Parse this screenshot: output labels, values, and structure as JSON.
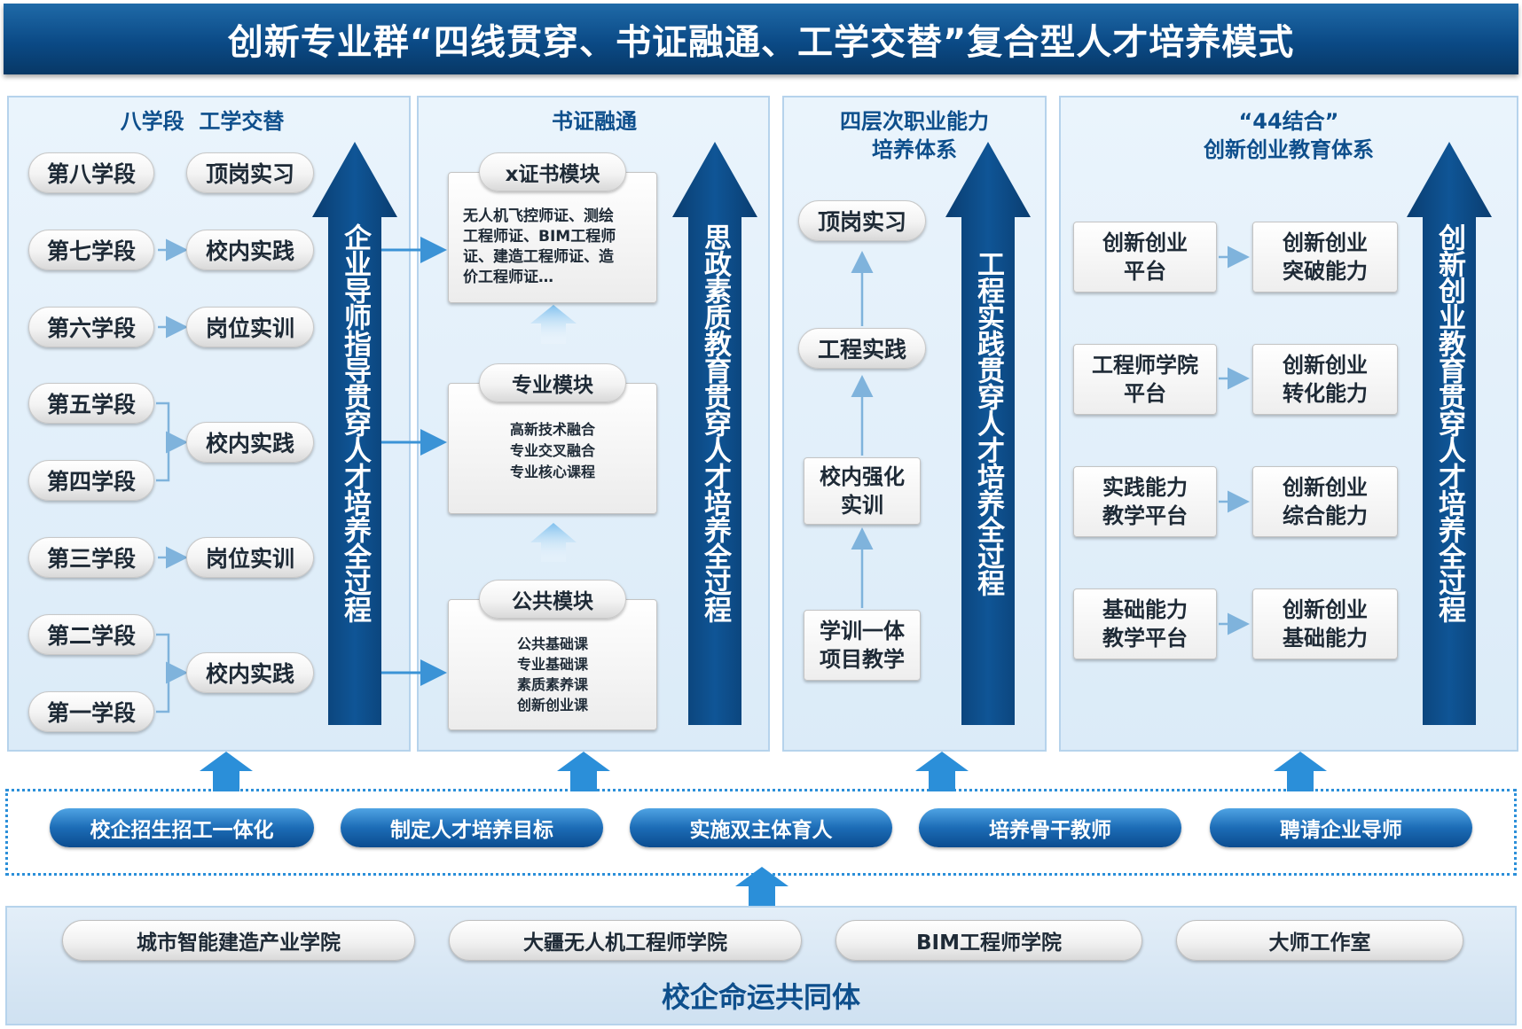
{
  "title": "创新专业群“四线贯穿、书证融通、工学交替”复合型人才培养模式",
  "colors": {
    "primary": "#0b4a86",
    "accent": "#2b8fd9",
    "panel_bg": "#dbebf8"
  },
  "panel1": {
    "title": "八学段  工学交替",
    "stages": [
      "第八学段",
      "第七学段",
      "第六学段",
      "第五学段",
      "第四学段",
      "第三学段",
      "第二学段",
      "第一学段"
    ],
    "activities": [
      "顶岗实习",
      "校内实践",
      "岗位实训",
      "校内实践",
      "岗位实训",
      "校内实践"
    ],
    "arrow_text": "企业导师指导贯穿人才培养全过程"
  },
  "panel2": {
    "title": "书证融通",
    "modules": [
      {
        "title": "x证书模块",
        "body": "无人机飞控师证、测绘\n工程师证、BIM工程师\n证、建造工程师证、造\n价工程师证…"
      },
      {
        "title": "专业模块",
        "body": "高新技术融合\n专业交叉融合\n专业核心课程"
      },
      {
        "title": "公共模块",
        "body": "公共基础课\n专业基础课\n素质素养课\n创新创业课"
      }
    ],
    "arrow_text": "思政素质教育贯穿人才培养全过程"
  },
  "panel3": {
    "title_line1": "四层次职业能力",
    "title_line2": "培养体系",
    "levels": [
      "顶岗实习",
      "工程实践",
      "校内强化\n实训",
      "学训一体\n项目教学"
    ],
    "arrow_text": "工程实践贯穿人才培养全过程"
  },
  "panel4": {
    "title_line1": "“44结合”",
    "title_line2": "创新创业教育体系",
    "platforms": [
      "创新创业\n平台",
      "工程师学院\n平台",
      "实践能力\n教学平台",
      "基础能力\n教学平台"
    ],
    "abilities": [
      "创新创业\n突破能力",
      "创新创业\n转化能力",
      "创新创业\n综合能力",
      "创新创业\n基础能力"
    ],
    "arrow_text": "创新创业教育贯穿人才培养全过程"
  },
  "measures": [
    "校企招生招工一体化",
    "制定人才培养目标",
    "实施双主体育人",
    "培养骨干教师",
    "聘请企业导师"
  ],
  "community": {
    "items": [
      "城市智能建造产业学院",
      "大疆无人机工程师学院",
      "BIM工程师学院",
      "大师工作室"
    ],
    "label": "校企命运共同体"
  }
}
